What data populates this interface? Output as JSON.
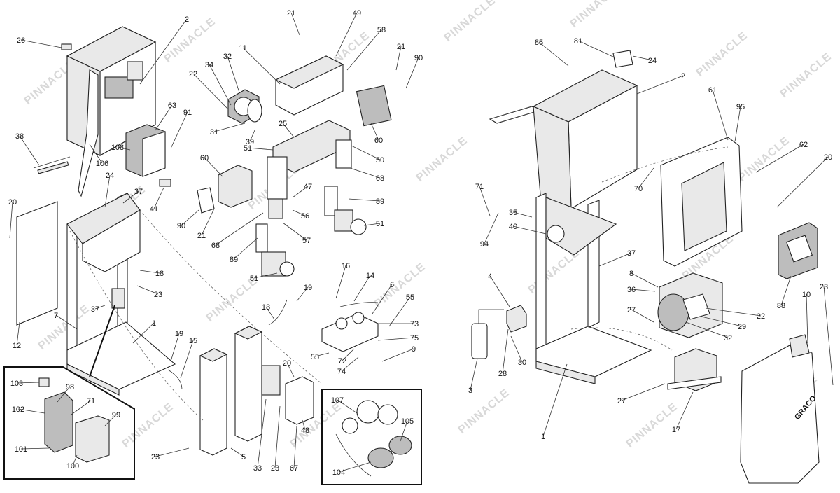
{
  "watermark": "PINNACLE",
  "logo_text": "GRACO",
  "callouts": [
    {
      "id": "c-21a",
      "text": "21"
    },
    {
      "id": "c-49",
      "text": "49"
    },
    {
      "id": "c-58",
      "text": "58"
    },
    {
      "id": "c-26",
      "text": "26"
    },
    {
      "id": "c-2a",
      "text": "2"
    },
    {
      "id": "c-11",
      "text": "11"
    },
    {
      "id": "c-32a",
      "text": "32"
    },
    {
      "id": "c-34",
      "text": "34"
    },
    {
      "id": "c-21b",
      "text": "21"
    },
    {
      "id": "c-90a",
      "text": "90"
    },
    {
      "id": "c-22a",
      "text": "22"
    },
    {
      "id": "c-63",
      "text": "63"
    },
    {
      "id": "c-91",
      "text": "91"
    },
    {
      "id": "c-25",
      "text": "25"
    },
    {
      "id": "c-31",
      "text": "31"
    },
    {
      "id": "c-39",
      "text": "39"
    },
    {
      "id": "c-38",
      "text": "38"
    },
    {
      "id": "c-108",
      "text": "108"
    },
    {
      "id": "c-51a",
      "text": "51"
    },
    {
      "id": "c-60a",
      "text": "60"
    },
    {
      "id": "c-106",
      "text": "106"
    },
    {
      "id": "c-50",
      "text": "50"
    },
    {
      "id": "c-60b",
      "text": "60"
    },
    {
      "id": "c-24a",
      "text": "24"
    },
    {
      "id": "c-68a",
      "text": "68"
    },
    {
      "id": "c-37a",
      "text": "37"
    },
    {
      "id": "c-47",
      "text": "47"
    },
    {
      "id": "c-41",
      "text": "41"
    },
    {
      "id": "c-20a",
      "text": "20"
    },
    {
      "id": "c-89a",
      "text": "89"
    },
    {
      "id": "c-90b",
      "text": "90"
    },
    {
      "id": "c-56",
      "text": "56"
    },
    {
      "id": "c-51b",
      "text": "51"
    },
    {
      "id": "c-21c",
      "text": "21"
    },
    {
      "id": "c-68b",
      "text": "68"
    },
    {
      "id": "c-57",
      "text": "57"
    },
    {
      "id": "c-89b",
      "text": "89"
    },
    {
      "id": "c-18",
      "text": "18"
    },
    {
      "id": "c-16",
      "text": "16"
    },
    {
      "id": "c-51c",
      "text": "51"
    },
    {
      "id": "c-14",
      "text": "14"
    },
    {
      "id": "c-23a",
      "text": "23"
    },
    {
      "id": "c-19a",
      "text": "19"
    },
    {
      "id": "c-6",
      "text": "6"
    },
    {
      "id": "c-55a",
      "text": "55"
    },
    {
      "id": "c-37b",
      "text": "37"
    },
    {
      "id": "c-13",
      "text": "13"
    },
    {
      "id": "c-7",
      "text": "7"
    },
    {
      "id": "c-1a",
      "text": "1"
    },
    {
      "id": "c-73",
      "text": "73"
    },
    {
      "id": "c-19b",
      "text": "19"
    },
    {
      "id": "c-75",
      "text": "75"
    },
    {
      "id": "c-15",
      "text": "15"
    },
    {
      "id": "c-12",
      "text": "12"
    },
    {
      "id": "c-9",
      "text": "9"
    },
    {
      "id": "c-55b",
      "text": "55"
    },
    {
      "id": "c-72",
      "text": "72"
    },
    {
      "id": "c-20b",
      "text": "20"
    },
    {
      "id": "c-74",
      "text": "74"
    },
    {
      "id": "c-103",
      "text": "103"
    },
    {
      "id": "c-98",
      "text": "98"
    },
    {
      "id": "c-71a",
      "text": "71"
    },
    {
      "id": "c-102",
      "text": "102"
    },
    {
      "id": "c-99",
      "text": "99"
    },
    {
      "id": "c-101",
      "text": "101"
    },
    {
      "id": "c-100",
      "text": "100"
    },
    {
      "id": "c-23b",
      "text": "23"
    },
    {
      "id": "c-5",
      "text": "5"
    },
    {
      "id": "c-33",
      "text": "33"
    },
    {
      "id": "c-23c",
      "text": "23"
    },
    {
      "id": "c-67",
      "text": "67"
    },
    {
      "id": "c-48",
      "text": "48"
    },
    {
      "id": "c-107",
      "text": "107"
    },
    {
      "id": "c-105",
      "text": "105"
    },
    {
      "id": "c-104",
      "text": "104"
    },
    {
      "id": "c-85",
      "text": "85"
    },
    {
      "id": "c-81",
      "text": "81"
    },
    {
      "id": "c-24b",
      "text": "24"
    },
    {
      "id": "c-2b",
      "text": "2"
    },
    {
      "id": "c-61",
      "text": "61"
    },
    {
      "id": "c-95",
      "text": "95"
    },
    {
      "id": "c-62",
      "text": "62"
    },
    {
      "id": "c-20c",
      "text": "20"
    },
    {
      "id": "c-70",
      "text": "70"
    },
    {
      "id": "c-71b",
      "text": "71"
    },
    {
      "id": "c-35",
      "text": "35"
    },
    {
      "id": "c-40",
      "text": "40"
    },
    {
      "id": "c-94",
      "text": "94"
    },
    {
      "id": "c-37c",
      "text": "37"
    },
    {
      "id": "c-4",
      "text": "4"
    },
    {
      "id": "c-8",
      "text": "8"
    },
    {
      "id": "c-36",
      "text": "36"
    },
    {
      "id": "c-88",
      "text": "88"
    },
    {
      "id": "c-10",
      "text": "10"
    },
    {
      "id": "c-23d",
      "text": "23"
    },
    {
      "id": "c-27a",
      "text": "27"
    },
    {
      "id": "c-22b",
      "text": "22"
    },
    {
      "id": "c-29",
      "text": "29"
    },
    {
      "id": "c-32b",
      "text": "32"
    },
    {
      "id": "c-28",
      "text": "28"
    },
    {
      "id": "c-30",
      "text": "30"
    },
    {
      "id": "c-3",
      "text": "3"
    },
    {
      "id": "c-27b",
      "text": "27"
    },
    {
      "id": "c-17",
      "text": "17"
    },
    {
      "id": "c-1b",
      "text": "1"
    }
  ]
}
